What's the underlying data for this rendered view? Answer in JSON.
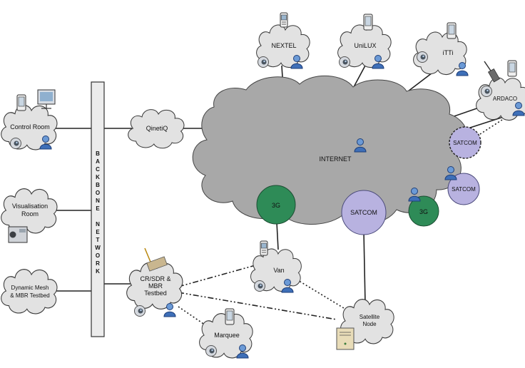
{
  "backbone": [
    "B",
    "A",
    "C",
    "K",
    "B",
    "O",
    "N",
    "E",
    "",
    "N",
    "E",
    "T",
    "W",
    "O",
    "R",
    "K"
  ],
  "nodes": {
    "control_room": "Control Room",
    "visualisation_room": [
      "Visualisation",
      "Room"
    ],
    "dynamic_mesh": [
      "Dynamic Mesh",
      "& MBR Testbed"
    ],
    "qinetiq": "QinetiQ",
    "nextel": "NEXTEL",
    "unilux": "UniLUX",
    "itti": "iTTi",
    "ardaco": "ARDACO",
    "internet": "INTERNET",
    "satcom_dashed": "SATCOM",
    "satcom_right": "SATCOM",
    "satcom_center": "SATCOM",
    "g3_left": "3G",
    "g3_right": "3G",
    "cr_sdr": [
      "CR/SDR &",
      "MBR",
      "Testbed"
    ],
    "van": "Van",
    "marquee": "Marquee",
    "satellite_node": [
      "Satellite",
      "Node"
    ]
  },
  "colors": {
    "internet_cloud": "#a8a8a8",
    "small_cloud": "#e2e2e2",
    "green_3g": "#2e8b57",
    "purple_satcom": "#b8b2e0"
  }
}
